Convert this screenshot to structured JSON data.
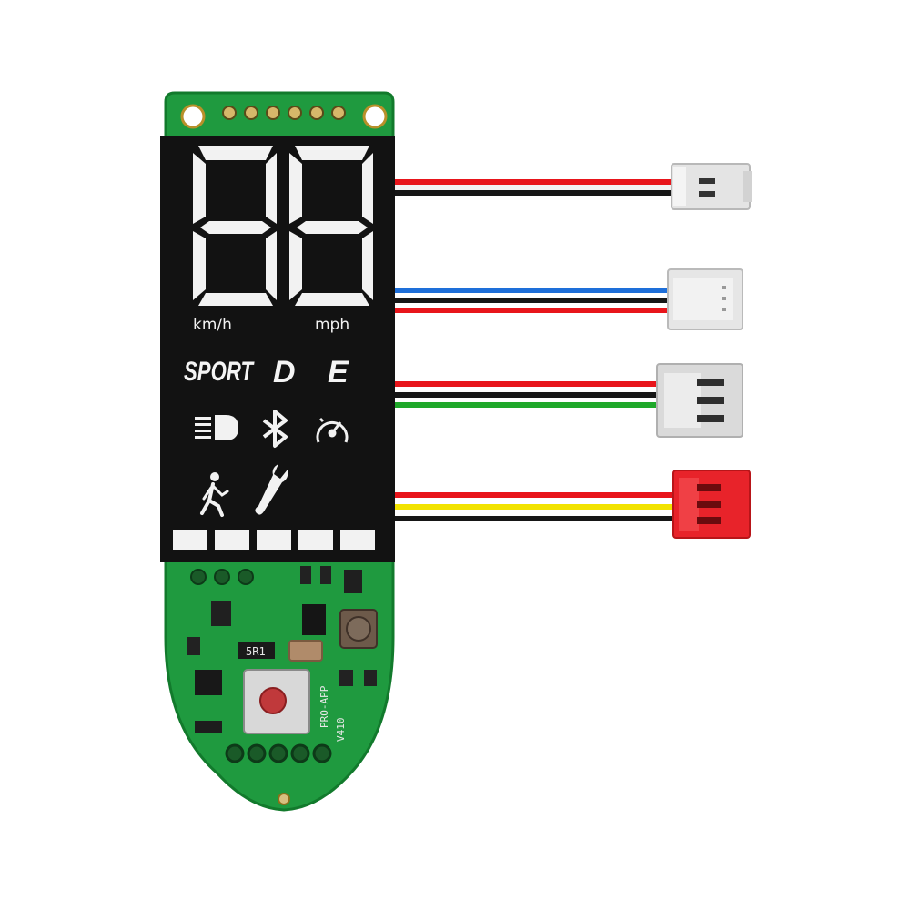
{
  "display": {
    "unit_left": "km/h",
    "unit_right": "mph",
    "mode_sport": "SPORT",
    "mode_d": "D",
    "mode_e": "E",
    "segment_digits": "88",
    "battery_bars_lit": 5,
    "battery_bars_total": 5,
    "icons": [
      "headlight-icon",
      "bluetooth-icon",
      "speedometer-icon",
      "pedestrian-icon",
      "wrench-icon"
    ]
  },
  "board": {
    "resistor_label": "5R1",
    "silkscreen": "PRO-APP",
    "version": "V410"
  },
  "cables": [
    {
      "wires": [
        "#e8151b",
        "#111111"
      ],
      "connector_color": "#e6e6e6"
    },
    {
      "wires": [
        "#1e6fd9",
        "#111111",
        "#e8151b"
      ],
      "connector_color": "#e6e6e6"
    },
    {
      "wires": [
        "#e8151b",
        "#111111",
        "#1fa82a"
      ],
      "connector_color": "#e6e6e6"
    },
    {
      "wires": [
        "#e8151b",
        "#f2e300",
        "#111111"
      ],
      "connector_color": "#e8232a"
    }
  ],
  "colors": {
    "pcb": "#1f9a3f",
    "lcd": "#121212",
    "segment": "#f2f2f2",
    "button_knob": "#c0393b"
  }
}
